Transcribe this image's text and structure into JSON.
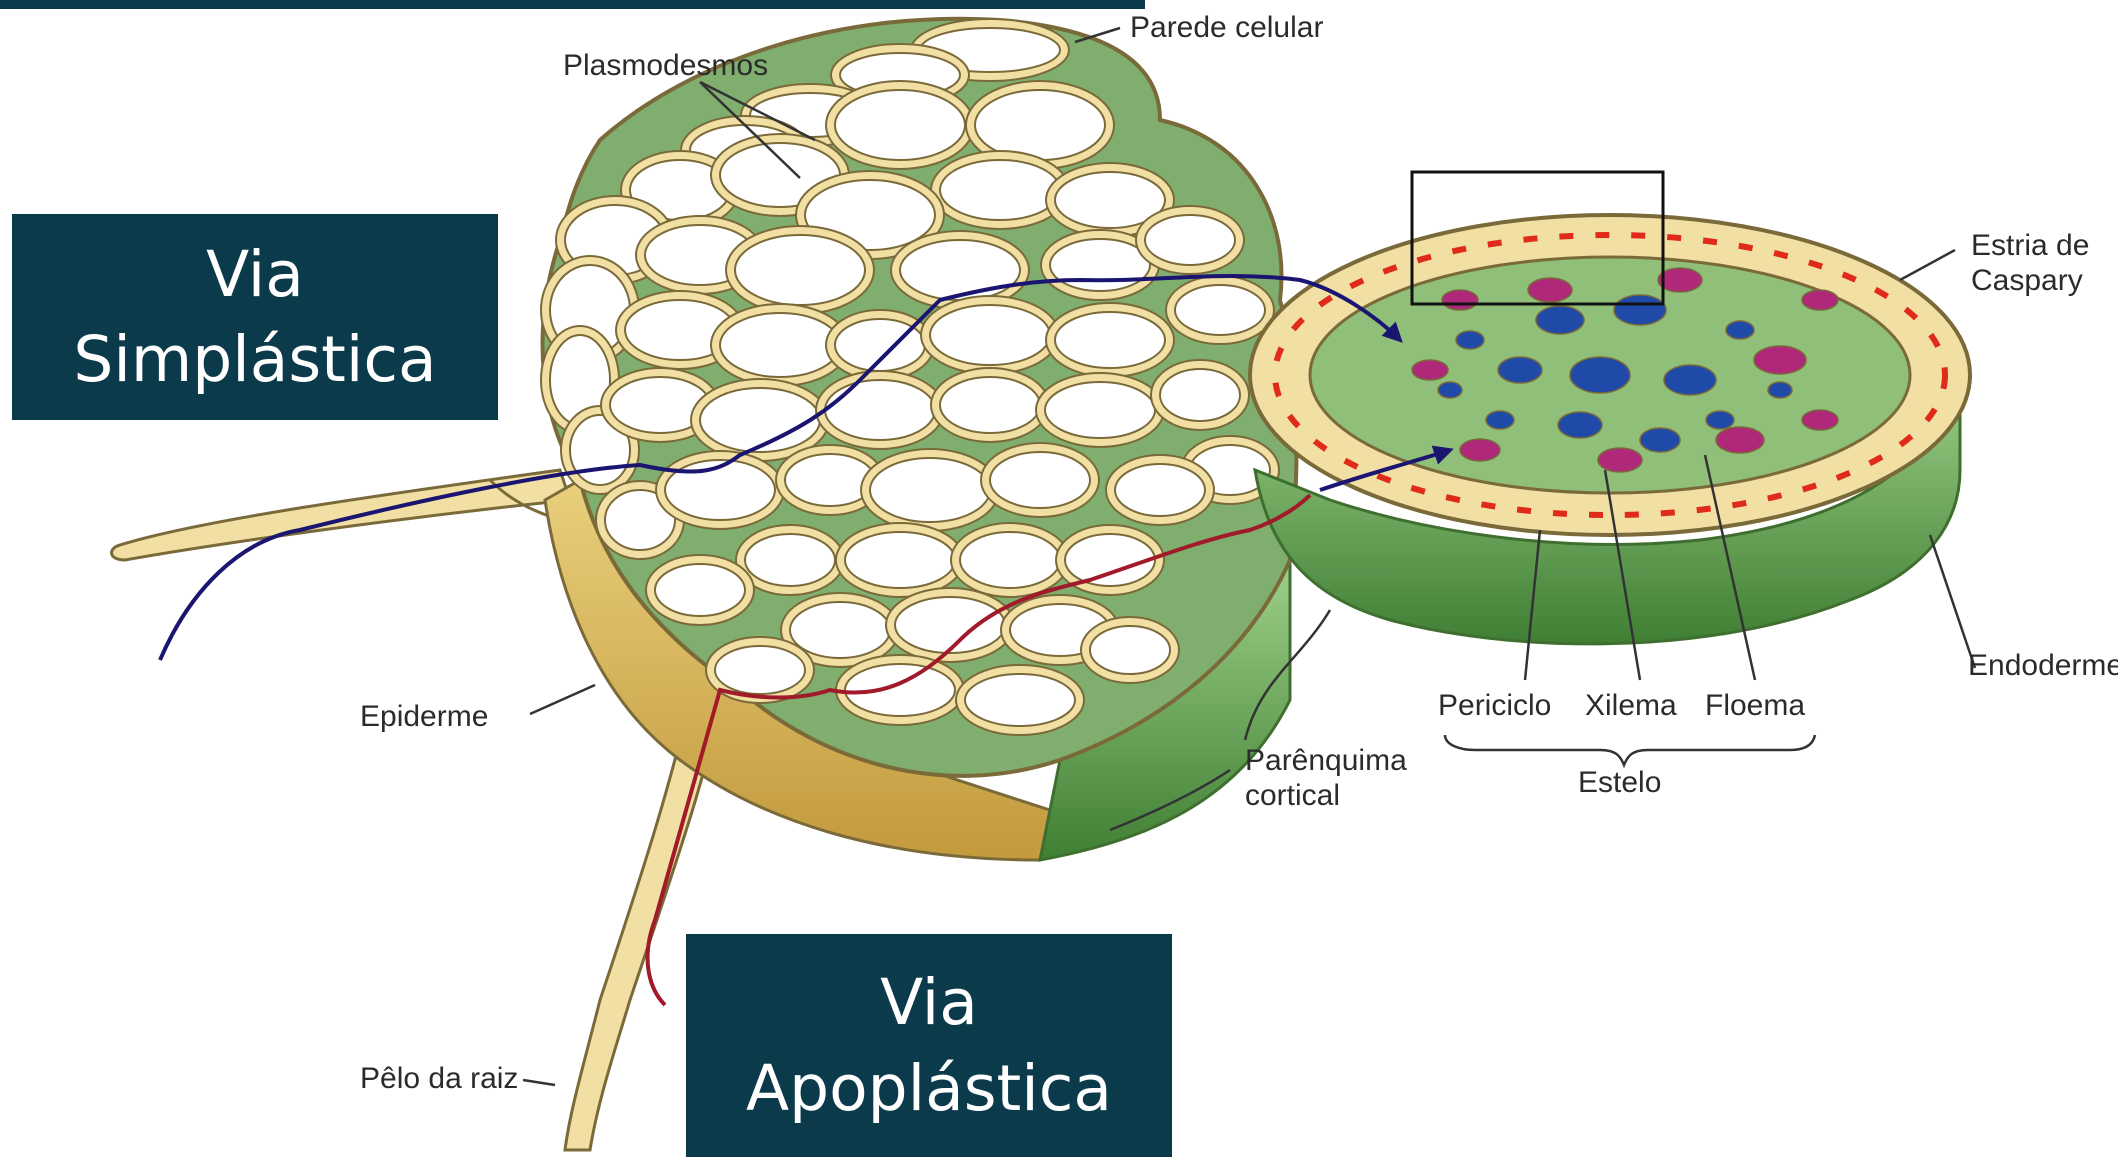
{
  "labels": {
    "parede_celular": "Parede celular",
    "plasmodesmos": "Plasmodesmos",
    "estria_l1": "Estria de",
    "estria_l2": "Caspary",
    "epiderme": "Epiderme",
    "parenquima_l1": "Parênquima",
    "parenquima_l2": "cortical",
    "periciclo": "Periciclo",
    "xilema": "Xilema",
    "floema": "Floema",
    "estelo": "Estelo",
    "endoderme": "Endoderme",
    "pelo": "Pêlo da raiz"
  },
  "banners": {
    "simplastica": [
      "Via",
      "Simplástica"
    ],
    "apoplastica": [
      "Via",
      "Apoplástica"
    ]
  },
  "colors": {
    "banner": "#0b3a4b",
    "cell_wall": "#f1dfa3",
    "cell_wall_edge": "#7a6a3a",
    "cytoplasm": "#7fae6e",
    "vacuole": "#ffffff",
    "epidermis_side": "#d4b15a",
    "cortex_side": "#5f9e4c",
    "casparian_strip": "#e02a1a",
    "xylem": "#1f4aa8",
    "phloem": "#b0287a",
    "symplastic_path": "#1a1570",
    "apoplastic_path": "#a01a2a"
  }
}
